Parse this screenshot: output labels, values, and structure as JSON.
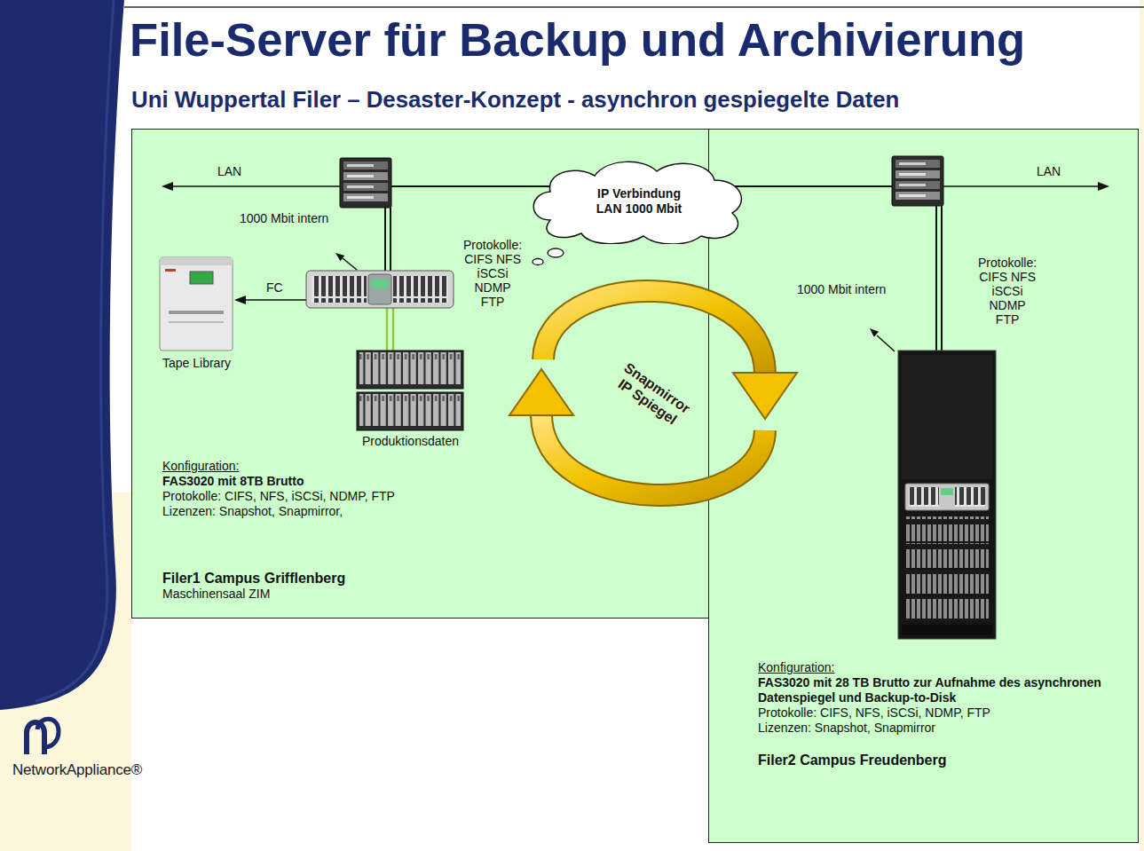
{
  "diagram": {
    "title": "File-Server für Backup und Archivierung",
    "nodes": [
      {
        "text": [
          "Konfiguration:",
          "FAS3020 mit 8TB Brutto",
          "Protokolle: CIFS, NFS, iSCSi, NDMP, FTP",
          "Lizenzen: Snapshot, Snapmirror,",
          "Filer1 Campus Grifflenberg",
          "Maschinensaal ZIM"
        ]
      },
      {
        "text": [
          "IP Verbindung LAN 1000 Mbit"
        ]
      },
      {
        "text": [
          "Konfiguration:",
          "FAS3020 mit 28 TB Brutto zur Aufnahme des asynchronen Datenspiegel und Backup-to-Disk",
          "Protokolle: CIFS, NFS, iSCSi, NDMP, FTP",
          "Lizenzen: Snapshot, Snapmirror",
          "Filer2 Campus Freudenberg"
        ]
      }
    ],
    "labels": [
      "Uni Wuppertal Filer – Desaster-Konzept - asynchron gespiegelte Daten",
      "LAN",
      "1000 Mbit intern",
      "Protokolle: CIFS NFS iSCSi NDMP FTP",
      "FC",
      "Tape Library",
      "Produktionsdaten",
      "Snapmirror IP Spiegel",
      "LAN",
      "Protokolle: CIFS NFS iSCSi NDMP FTP",
      "1000 Mbit intern",
      "NetworkAppliance®"
    ]
  }
}
